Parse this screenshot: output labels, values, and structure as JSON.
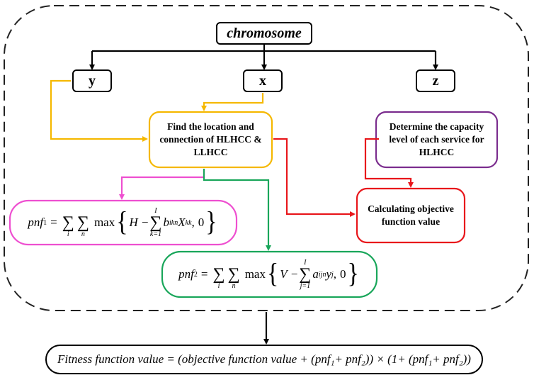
{
  "nodes": {
    "chromosome": "chromosome",
    "y": "y",
    "x": "x",
    "z": "z",
    "find_location": [
      "Find the location and",
      "connection of HLHCC &",
      "LLHCC"
    ],
    "determine_capacity": [
      "Determine the capacity",
      "level of each service for",
      "HLHCC"
    ],
    "calc_objective": [
      "Calculating objective",
      "function value"
    ],
    "fitness": "Fitness function value = (objective function value + (pnf₁+ pnf₂)) × (1+ (pnf₁+ pnf₂))"
  },
  "formulas": {
    "pnf1": {
      "lhs": "pnf",
      "lhs_sub": "1",
      "sum1_var": "i",
      "sum2_var": "n",
      "max": "max",
      "term1": "H",
      "inner_sum_upper": "I",
      "inner_sum_lower": "k=1",
      "b": "b",
      "b_sub": "ikn",
      "X": "X",
      "X_sub": "kk",
      "zero": "0"
    },
    "pnf2": {
      "lhs": "pnf",
      "lhs_sub": "2",
      "sum1_var": "i",
      "sum2_var": "n",
      "max": "max",
      "term1": "V",
      "inner_sum_upper": "I",
      "inner_sum_lower": "j=1",
      "a": "a",
      "a_sub": "ijn",
      "y": "y",
      "y_sub": "j",
      "zero": "0"
    }
  },
  "colors": {
    "black": "#000000",
    "yellow": "#f5b800",
    "purple": "#7b2d8e",
    "red": "#e8161b",
    "magenta": "#ee4fd0",
    "green": "#19a65a",
    "dashed_border": "#222222"
  }
}
